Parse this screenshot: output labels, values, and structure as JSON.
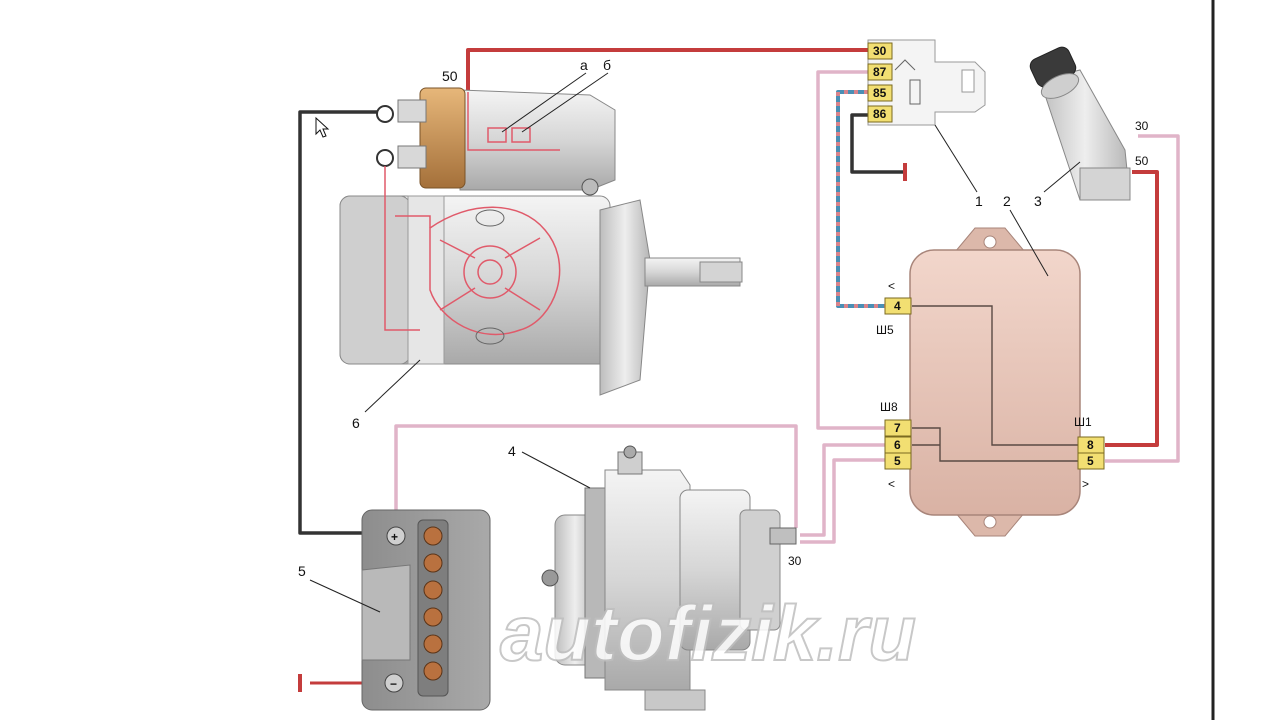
{
  "labels": {
    "relay": "1",
    "controller": "2",
    "switch": "3",
    "generator": "4",
    "battery": "5",
    "starter": "6",
    "starter_lead": "6",
    "relay_a": "а",
    "relay_b": "б",
    "starter_terminal": "50",
    "switch_terminal_30": "30",
    "switch_terminal_50": "50",
    "generator_terminal": "30"
  },
  "relay_pins": [
    "30",
    "87",
    "85",
    "86"
  ],
  "connectors": {
    "sh5": {
      "name": "Ш5",
      "pins": [
        "4"
      ]
    },
    "sh8": {
      "name": "Ш8",
      "pins": [
        "7",
        "6",
        "5"
      ]
    },
    "sh1": {
      "name": "Ш1",
      "pins": [
        "8",
        "5"
      ]
    }
  },
  "battery_terminals": {
    "positive": "+",
    "negative": "−"
  },
  "watermark": "autofizik.ru",
  "colors": {
    "wire_red": "#c43c3c",
    "wire_pink": "#e0b4c8",
    "wire_blue": "#4a8fb5",
    "wire_black": "#333333",
    "pin_yellow": "#f2df72",
    "controller_body": "#e8c9bd",
    "overlay_red": "#e05a6a"
  }
}
